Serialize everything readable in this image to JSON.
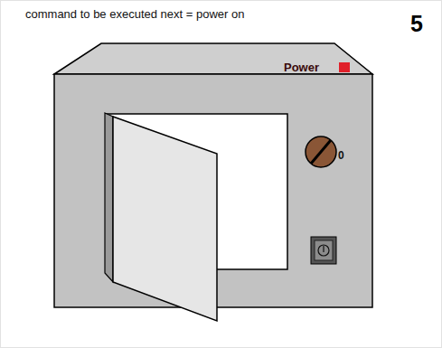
{
  "diagram": {
    "labels": [
      "command to be executed next = power on",
      "5",
      "Power",
      "0"
    ]
  }
}
